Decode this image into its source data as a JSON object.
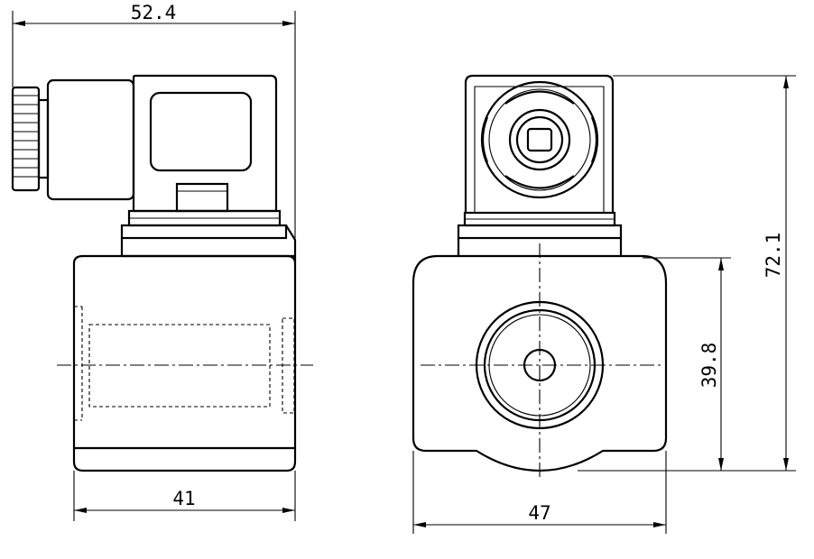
{
  "dimensions": {
    "side_width_total": "52.4",
    "side_body_width": "41",
    "front_body_width": "47",
    "front_body_height": "39.8",
    "front_total_height": "72.1"
  }
}
